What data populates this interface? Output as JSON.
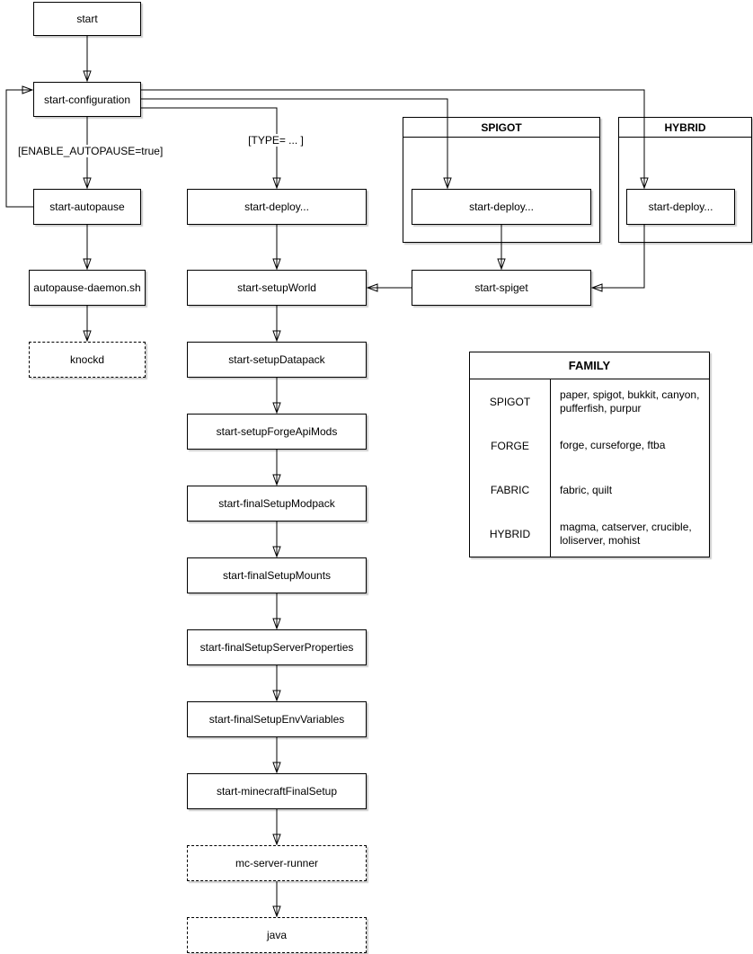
{
  "diagram": {
    "nodes": {
      "start": "start",
      "start_configuration": "start-configuration",
      "start_autopause": "start-autopause",
      "autopause_daemon": "autopause-daemon.sh",
      "knockd": "knockd",
      "type_deploy": "start-deploy...",
      "spigot_deploy": "start-deploy...",
      "hybrid_deploy": "start-deploy...",
      "start_spiget": "start-spiget",
      "setup_world": "start-setupWorld",
      "setup_datapack": "start-setupDatapack",
      "setup_forge_api_mods": "start-setupForgeApiMods",
      "final_setup_modpack": "start-finalSetupModpack",
      "final_setup_mounts": "start-finalSetupMounts",
      "final_setup_server_properties": "start-finalSetupServerProperties",
      "final_setup_env_variables": "start-finalSetupEnvVariables",
      "minecraft_final_setup": "start-minecraftFinalSetup",
      "mc_server_runner": "mc-server-runner",
      "java": "java"
    },
    "containers": {
      "spigot_title": "SPIGOT",
      "hybrid_title": "HYBRID"
    },
    "edge_labels": {
      "enable_autopause": "[ENABLE_AUTOPAUSE=true]",
      "type": "[TYPE= ... ]"
    },
    "family_table": {
      "title": "FAMILY",
      "rows": [
        {
          "family": "SPIGOT",
          "members": "paper, spigot, bukkit, canyon, pufferfish, purpur"
        },
        {
          "family": "FORGE",
          "members": "forge, curseforge, ftba"
        },
        {
          "family": "FABRIC",
          "members": "fabric, quilt"
        },
        {
          "family": "HYBRID",
          "members": "magma, catserver, crucible, loliserver, mohist"
        }
      ]
    },
    "colors": {
      "line": "#000000",
      "fill": "#ffffff",
      "text": "#000000"
    }
  }
}
